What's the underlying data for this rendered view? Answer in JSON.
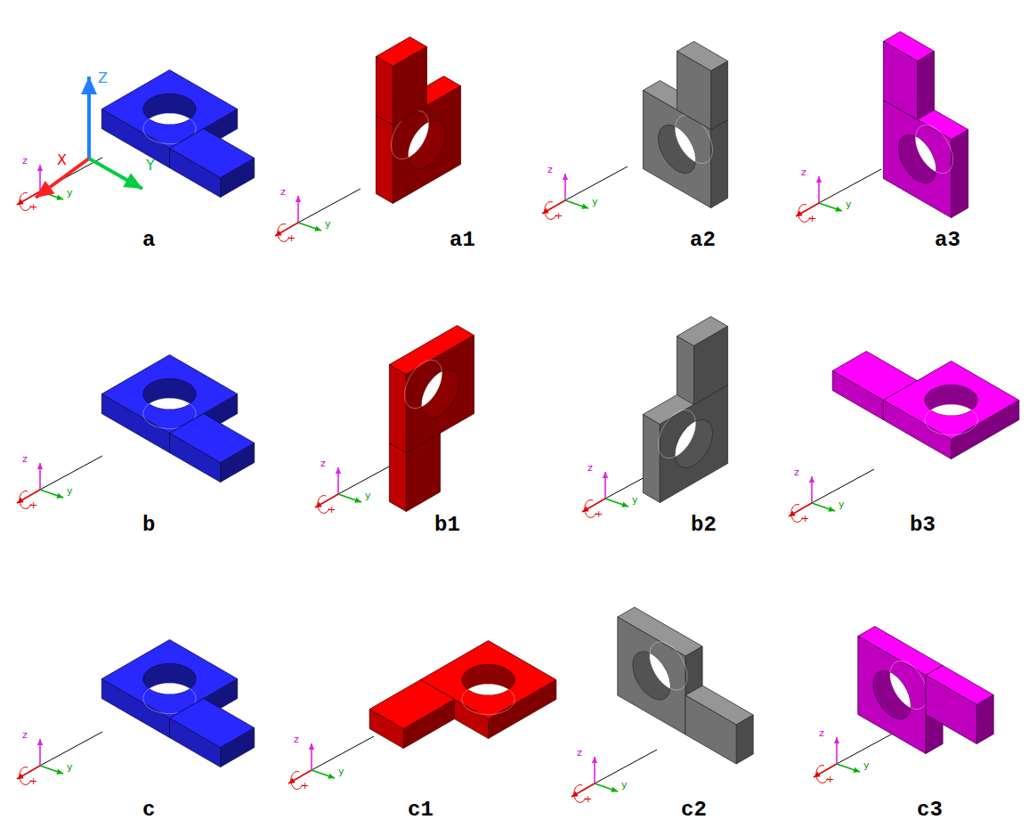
{
  "diagram": {
    "labels": [
      "Z",
      "X",
      "Y",
      "z",
      "y",
      "+",
      "a",
      "z",
      "y",
      "+",
      "a1",
      "z",
      "y",
      "+",
      "a2",
      "z",
      "y",
      "+",
      "a3",
      "z",
      "y",
      "+",
      "b",
      "z",
      "y",
      "+",
      "b1",
      "z",
      "y",
      "+",
      "b2",
      "z",
      "y",
      "+",
      "b3",
      "z",
      "y",
      "+",
      "c",
      "z",
      "y",
      "+",
      "c1",
      "z",
      "y",
      "+",
      "c2",
      "z",
      "y",
      "+",
      "c3"
    ]
  }
}
